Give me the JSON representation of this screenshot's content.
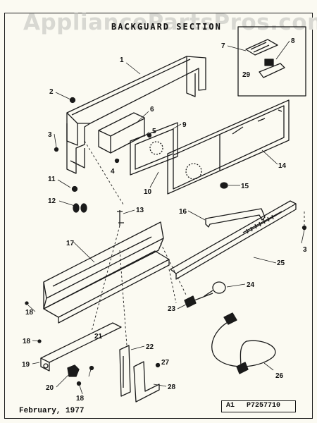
{
  "watermark": "AppliancePartsPros.com",
  "section_title": "BACKGUARD SECTION",
  "callouts": [
    {
      "id": "c1",
      "label": "1"
    },
    {
      "id": "c2",
      "label": "2"
    },
    {
      "id": "c3a",
      "label": "3"
    },
    {
      "id": "c3b",
      "label": "3"
    },
    {
      "id": "c4",
      "label": "4"
    },
    {
      "id": "c5",
      "label": "5"
    },
    {
      "id": "c6",
      "label": "6"
    },
    {
      "id": "c7",
      "label": "7"
    },
    {
      "id": "c8",
      "label": "8"
    },
    {
      "id": "c9",
      "label": "9"
    },
    {
      "id": "c10",
      "label": "10"
    },
    {
      "id": "c11",
      "label": "11"
    },
    {
      "id": "c12",
      "label": "12"
    },
    {
      "id": "c13",
      "label": "13"
    },
    {
      "id": "c14",
      "label": "14"
    },
    {
      "id": "c15",
      "label": "15"
    },
    {
      "id": "c16",
      "label": "16"
    },
    {
      "id": "c17",
      "label": "17"
    },
    {
      "id": "c18a",
      "label": "18"
    },
    {
      "id": "c18b",
      "label": "18"
    },
    {
      "id": "c18c",
      "label": "18"
    },
    {
      "id": "c19",
      "label": "19"
    },
    {
      "id": "c20",
      "label": "20"
    },
    {
      "id": "c21",
      "label": "21"
    },
    {
      "id": "c22",
      "label": "22"
    },
    {
      "id": "c23",
      "label": "23"
    },
    {
      "id": "c24",
      "label": "24"
    },
    {
      "id": "c25",
      "label": "25"
    },
    {
      "id": "c26",
      "label": "26"
    },
    {
      "id": "c27",
      "label": "27"
    },
    {
      "id": "c28",
      "label": "28"
    },
    {
      "id": "c29",
      "label": "29"
    }
  ],
  "footer": {
    "date": "February, 1977",
    "ref": "A1",
    "doc_number": "P7257710"
  }
}
